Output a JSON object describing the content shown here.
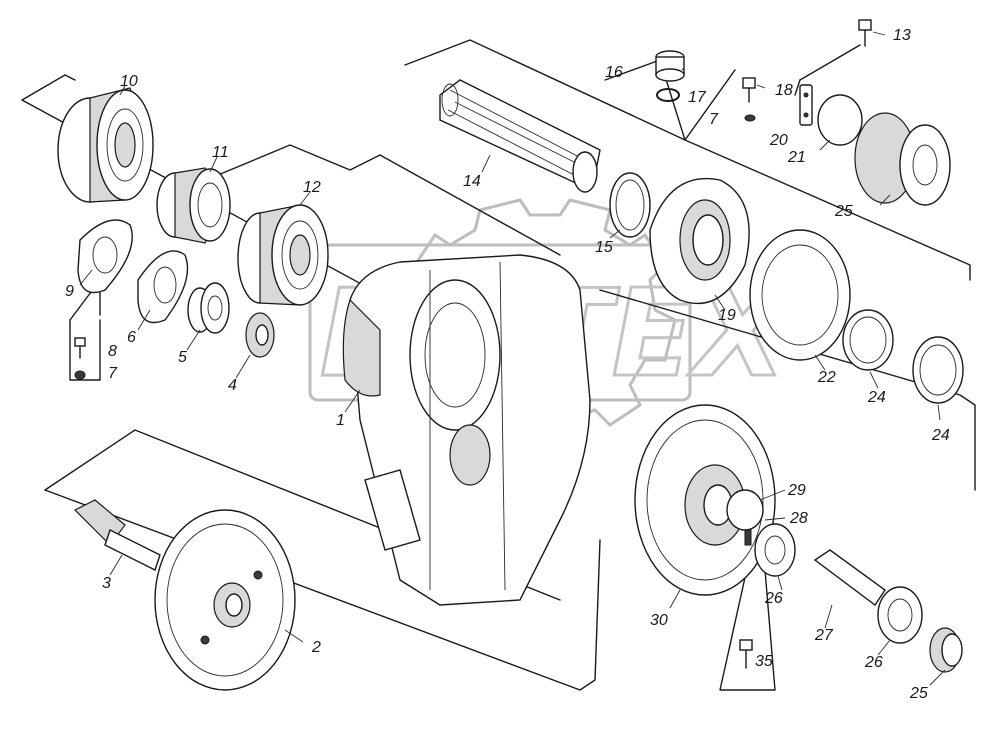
{
  "watermark": {
    "text": "ЦИТЕХ",
    "type": "logo"
  },
  "callouts": [
    {
      "id": "c1",
      "text": "1"
    },
    {
      "id": "c2",
      "text": "2"
    },
    {
      "id": "c3",
      "text": "3"
    },
    {
      "id": "c4",
      "text": "4"
    },
    {
      "id": "c5",
      "text": "5"
    },
    {
      "id": "c6",
      "text": "6"
    },
    {
      "id": "c7a",
      "text": "7"
    },
    {
      "id": "c7b",
      "text": "7"
    },
    {
      "id": "c8",
      "text": "8"
    },
    {
      "id": "c9",
      "text": "9"
    },
    {
      "id": "c10",
      "text": "10"
    },
    {
      "id": "c11",
      "text": "11"
    },
    {
      "id": "c12",
      "text": "12"
    },
    {
      "id": "c13",
      "text": "13"
    },
    {
      "id": "c14",
      "text": "14"
    },
    {
      "id": "c15",
      "text": "15"
    },
    {
      "id": "c16",
      "text": "16"
    },
    {
      "id": "c17",
      "text": "17"
    },
    {
      "id": "c18",
      "text": "18"
    },
    {
      "id": "c19",
      "text": "19"
    },
    {
      "id": "c20",
      "text": "20"
    },
    {
      "id": "c21",
      "text": "21"
    },
    {
      "id": "c22",
      "text": "22"
    },
    {
      "id": "c24a",
      "text": "24"
    },
    {
      "id": "c24b",
      "text": "24"
    },
    {
      "id": "c25a",
      "text": "25"
    },
    {
      "id": "c25b",
      "text": "25"
    },
    {
      "id": "c26a",
      "text": "26"
    },
    {
      "id": "c26b",
      "text": "26"
    },
    {
      "id": "c27",
      "text": "27"
    },
    {
      "id": "c28",
      "text": "28"
    },
    {
      "id": "c29",
      "text": "29"
    },
    {
      "id": "c30",
      "text": "30"
    },
    {
      "id": "c35",
      "text": "35"
    }
  ]
}
